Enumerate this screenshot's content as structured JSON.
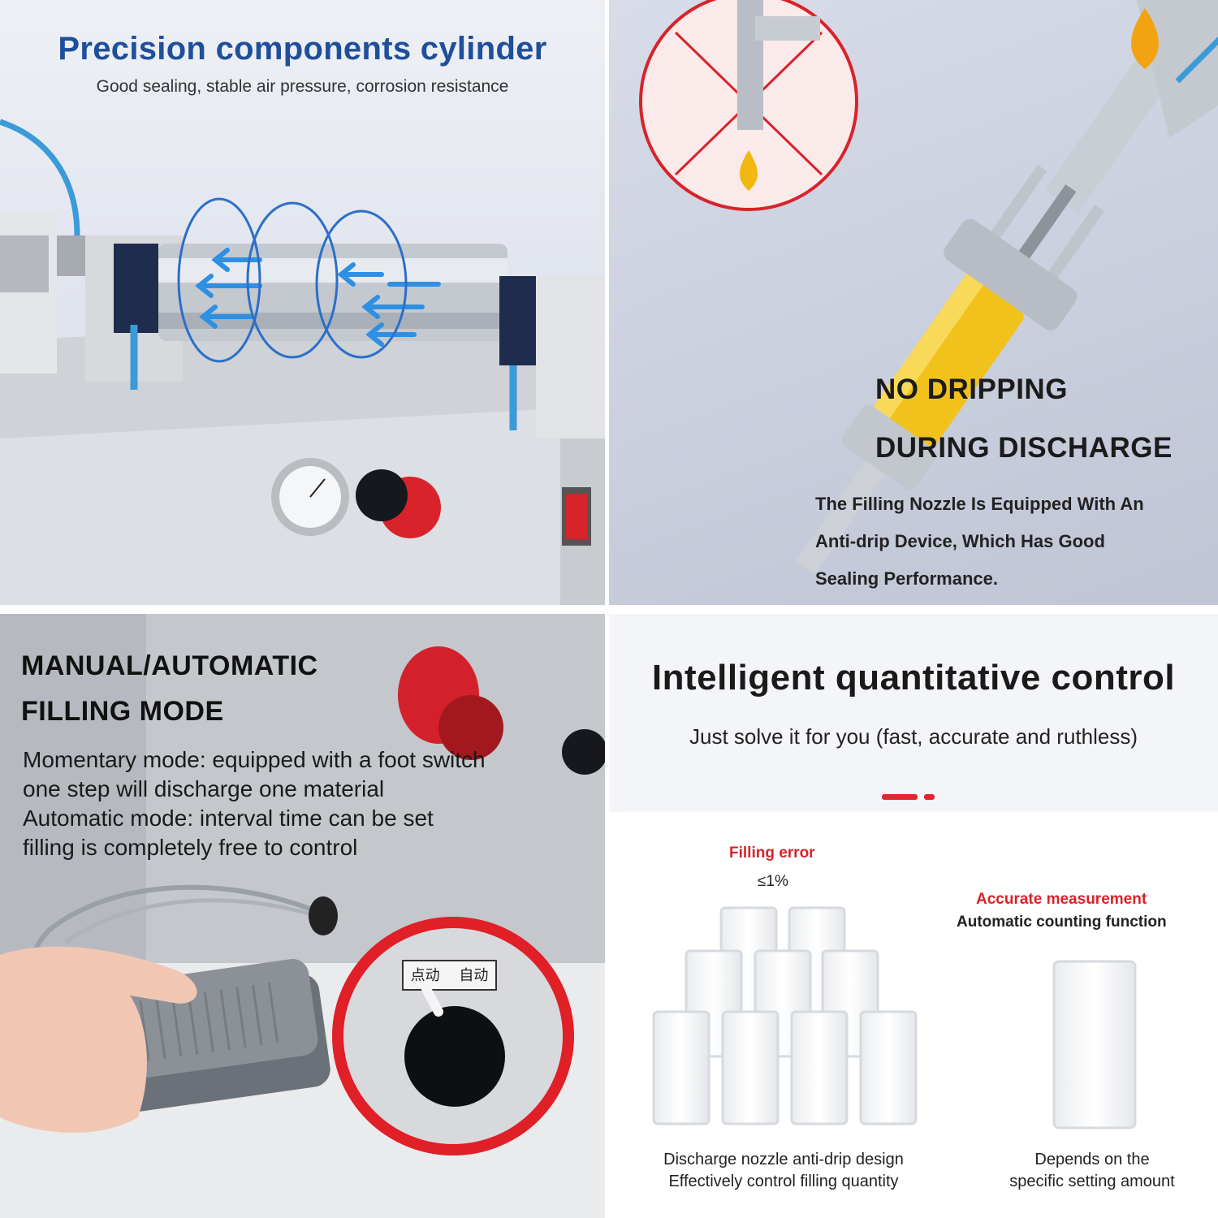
{
  "panel_cylinder": {
    "title": "Precision components cylinder",
    "subtitle": "Good sealing, stable air pressure, corrosion resistance"
  },
  "panel_nozzle": {
    "heading_line1": "NO DRIPPING",
    "heading_line2": "DURING DISCHARGE",
    "body_lines": [
      "The Filling Nozzle Is Equipped With An",
      "Anti-drip Device, Which Has Good",
      "Sealing Performance."
    ]
  },
  "panel_mode": {
    "heading_line1": "MANUAL/AUTOMATIC",
    "heading_line2": "FILLING MODE",
    "body_lines": [
      "Momentary mode: equipped with a foot switch",
      "one step will discharge one material",
      "Automatic mode: interval time can be set",
      "filling is completely free to control"
    ],
    "switch_label_left": "点动",
    "switch_label_right": "自动"
  },
  "panel_control": {
    "title": "Intelligent quantitative control",
    "subtitle": "Just solve it for you (fast, accurate and ruthless)",
    "left_block": {
      "label": "Filling error",
      "value": "≤1%",
      "caption_line1": "Discharge nozzle anti-drip design",
      "caption_line2": "Effectively control filling quantity"
    },
    "right_block": {
      "label": "Accurate measurement",
      "sublabel": "Automatic counting function",
      "caption_line1": "Depends on the",
      "caption_line2": "specific setting amount"
    }
  },
  "colors": {
    "title_blue": "#1f4f9a",
    "accent_red": "#d8232a",
    "oil_yellow": "#f1c21b",
    "hose_blue": "#3a9bd8"
  }
}
